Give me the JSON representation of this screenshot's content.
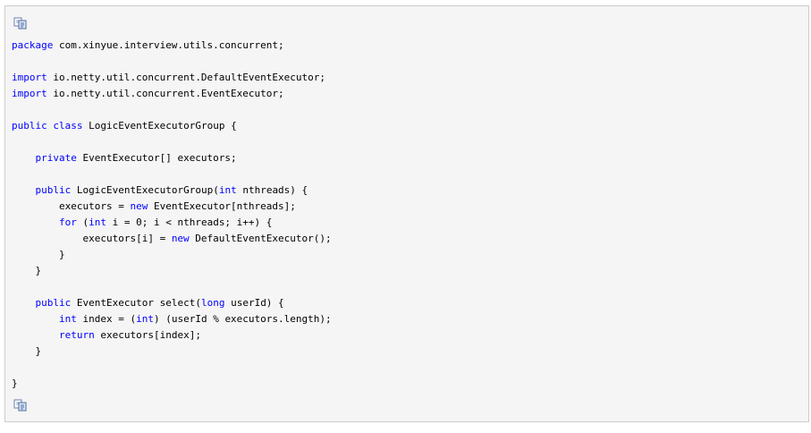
{
  "colors": {
    "keyword": "#0000ff",
    "text": "#000000",
    "panel_background": "#f5f5f5",
    "panel_border": "#cccccc"
  },
  "toolbar": {
    "top_icon": "copy-code-icon",
    "bottom_icon": "copy-code-icon"
  },
  "code_lines": [
    [
      {
        "t": "package",
        "k": true
      },
      {
        "t": " com.xinyue.interview.utils.concurrent;"
      }
    ],
    [],
    [
      {
        "t": "import",
        "k": true
      },
      {
        "t": " io.netty.util.concurrent.DefaultEventExecutor;"
      }
    ],
    [
      {
        "t": "import",
        "k": true
      },
      {
        "t": " io.netty.util.concurrent.EventExecutor;"
      }
    ],
    [],
    [
      {
        "t": "public",
        "k": true
      },
      {
        "t": " "
      },
      {
        "t": "class",
        "k": true
      },
      {
        "t": " LogicEventExecutorGroup {"
      }
    ],
    [],
    [
      {
        "t": "    "
      },
      {
        "t": "private",
        "k": true
      },
      {
        "t": " EventExecutor[] executors;"
      }
    ],
    [],
    [
      {
        "t": "    "
      },
      {
        "t": "public",
        "k": true
      },
      {
        "t": " LogicEventExecutorGroup("
      },
      {
        "t": "int",
        "k": true
      },
      {
        "t": " nthreads) {"
      }
    ],
    [
      {
        "t": "        executors = "
      },
      {
        "t": "new",
        "k": true
      },
      {
        "t": " EventExecutor[nthreads];"
      }
    ],
    [
      {
        "t": "        "
      },
      {
        "t": "for",
        "k": true
      },
      {
        "t": " ("
      },
      {
        "t": "int",
        "k": true
      },
      {
        "t": " i = 0; i < nthreads; i++) {"
      }
    ],
    [
      {
        "t": "            executors[i] = "
      },
      {
        "t": "new",
        "k": true
      },
      {
        "t": " DefaultEventExecutor();"
      }
    ],
    [
      {
        "t": "        }"
      }
    ],
    [
      {
        "t": "    }"
      }
    ],
    [],
    [
      {
        "t": "    "
      },
      {
        "t": "public",
        "k": true
      },
      {
        "t": " EventExecutor select("
      },
      {
        "t": "long",
        "k": true
      },
      {
        "t": " userId) {"
      }
    ],
    [
      {
        "t": "        "
      },
      {
        "t": "int",
        "k": true
      },
      {
        "t": " index = ("
      },
      {
        "t": "int",
        "k": true
      },
      {
        "t": ") (userId % executors.length);"
      }
    ],
    [
      {
        "t": "        "
      },
      {
        "t": "return",
        "k": true
      },
      {
        "t": " executors[index];"
      }
    ],
    [
      {
        "t": "    }"
      }
    ],
    [],
    [
      {
        "t": "}"
      }
    ]
  ]
}
